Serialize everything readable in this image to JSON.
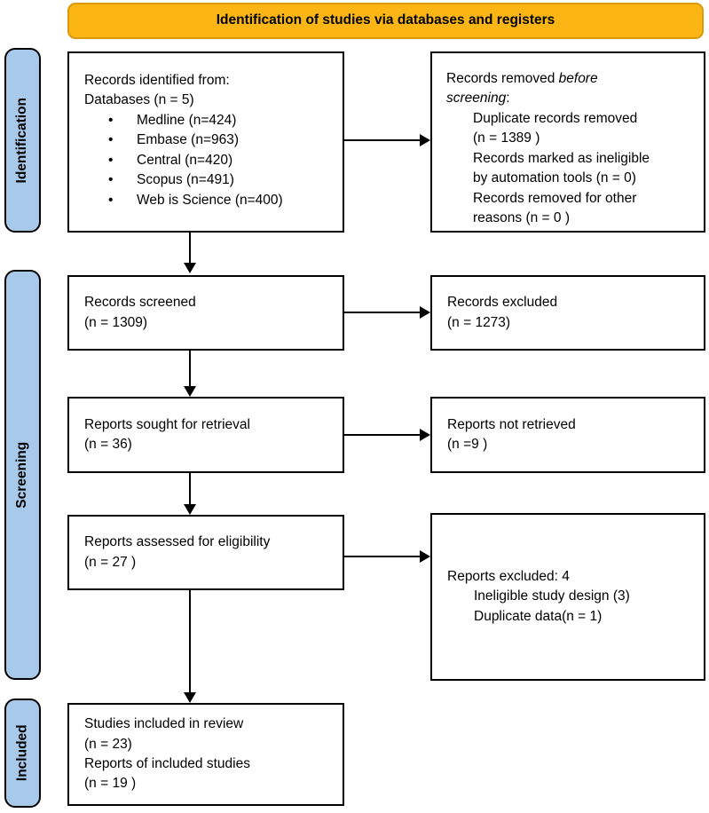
{
  "header": {
    "title": "Identification of studies via databases and registers"
  },
  "stages": [
    {
      "label": "Identification"
    },
    {
      "label": "Screening"
    },
    {
      "label": "Included"
    }
  ],
  "boxes": {
    "identified": {
      "line1": "Records identified from:",
      "line2": "Databases (n = 5)",
      "bullet_char": "•",
      "bullets": [
        "Medline (n=424)",
        "Embase (n=963)",
        "Central (n=420)",
        "Scopus (n=491)",
        "Web is Science (n=400)"
      ]
    },
    "removed": {
      "intro_line1_plain": "Records removed ",
      "intro_line1_italic": "before",
      "intro_line2_italic": "screening",
      "intro_line2_suffix": ":",
      "items": [
        [
          "Duplicate records removed",
          "(n = 1389 )"
        ],
        [
          "Records marked as ineligible",
          "by automation tools (n = 0)"
        ],
        [
          "Records removed for other",
          "reasons (n = 0 )"
        ]
      ]
    },
    "screened": {
      "line1": "Records screened",
      "line2": "(n = 1309)"
    },
    "excluded": {
      "line1": "Records excluded",
      "line2": "(n = 1273)"
    },
    "sought": {
      "line1": "Reports sought for retrieval",
      "line2": "(n = 36)"
    },
    "not_retrieved": {
      "line1": "Reports not retrieved",
      "line2": "(n =9 )"
    },
    "assessed": {
      "line1": "Reports assessed for eligibility",
      "line2": "(n = 27 )"
    },
    "reports_excluded": {
      "line1": "Reports excluded: 4",
      "items": [
        "Ineligible study design (3)",
        "Duplicate data(n = 1)"
      ]
    },
    "included": {
      "line1": "Studies included in review",
      "line2": "(n = 23)",
      "line3": "Reports of included studies",
      "line4": "(n = 19 )"
    }
  },
  "colors": {
    "header_fill": "#FBB615",
    "header_border": "#DB990E",
    "stage_fill": "#A9C9EA",
    "line_color": "#000000",
    "box_fill": "#FFFFFF",
    "text_color": "#000000"
  }
}
